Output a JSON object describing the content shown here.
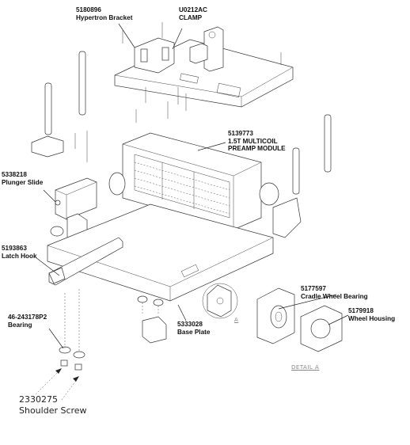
{
  "labels": {
    "hypertron_bracket": {
      "number": "5180896",
      "name": "Hypertron Bracket"
    },
    "clamp": {
      "number": "U0212AC",
      "name": "CLAMP"
    },
    "preamp_module": {
      "number": "5139773",
      "name_line1": "1.5T MULTICOIL",
      "name_line2": "PREAMP MODULE"
    },
    "plunger_slide": {
      "number": "5338218",
      "name": "Plunger Slide"
    },
    "latch_hook": {
      "number": "5193863",
      "name": "Latch Hook"
    },
    "cradle_wheel_bearing": {
      "number": "5177597",
      "name": "Cradle Wheel Bearing"
    },
    "wheel_housing": {
      "number": "5179918",
      "name": "Wheel Housing"
    },
    "base_plate": {
      "number": "5333028",
      "name": "Base Plate"
    },
    "bearing": {
      "number": "46-243178P2",
      "name": "Bearing"
    },
    "shoulder_screw": {
      "number": "2330275",
      "name": "Shoulder Screw"
    },
    "detail_a": "DETAIL A",
    "detail_callout": "A"
  },
  "icons": [
    "arrow-icon"
  ]
}
